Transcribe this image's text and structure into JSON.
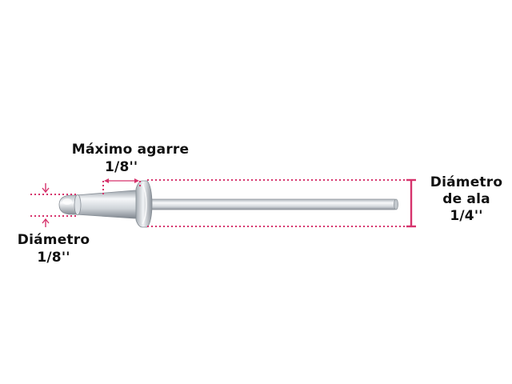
{
  "labels": {
    "grip": {
      "title": "Máximo agarre",
      "value": "1/8''"
    },
    "shank_diameter": {
      "title": "Diámetro",
      "value": "1/8''"
    },
    "flange_diameter": {
      "title_line1": "Diámetro",
      "title_line2": "de ala",
      "value": "1/4''"
    }
  },
  "colors": {
    "dimension": "#d6336c",
    "text": "#111111",
    "metal_light": "#f4f6f8",
    "metal_mid": "#c9ced4",
    "metal_dark": "#7d848c"
  },
  "icons": {
    "arrow_down": "shank-top-arrow-icon",
    "arrow_up": "shank-bottom-arrow-icon"
  }
}
